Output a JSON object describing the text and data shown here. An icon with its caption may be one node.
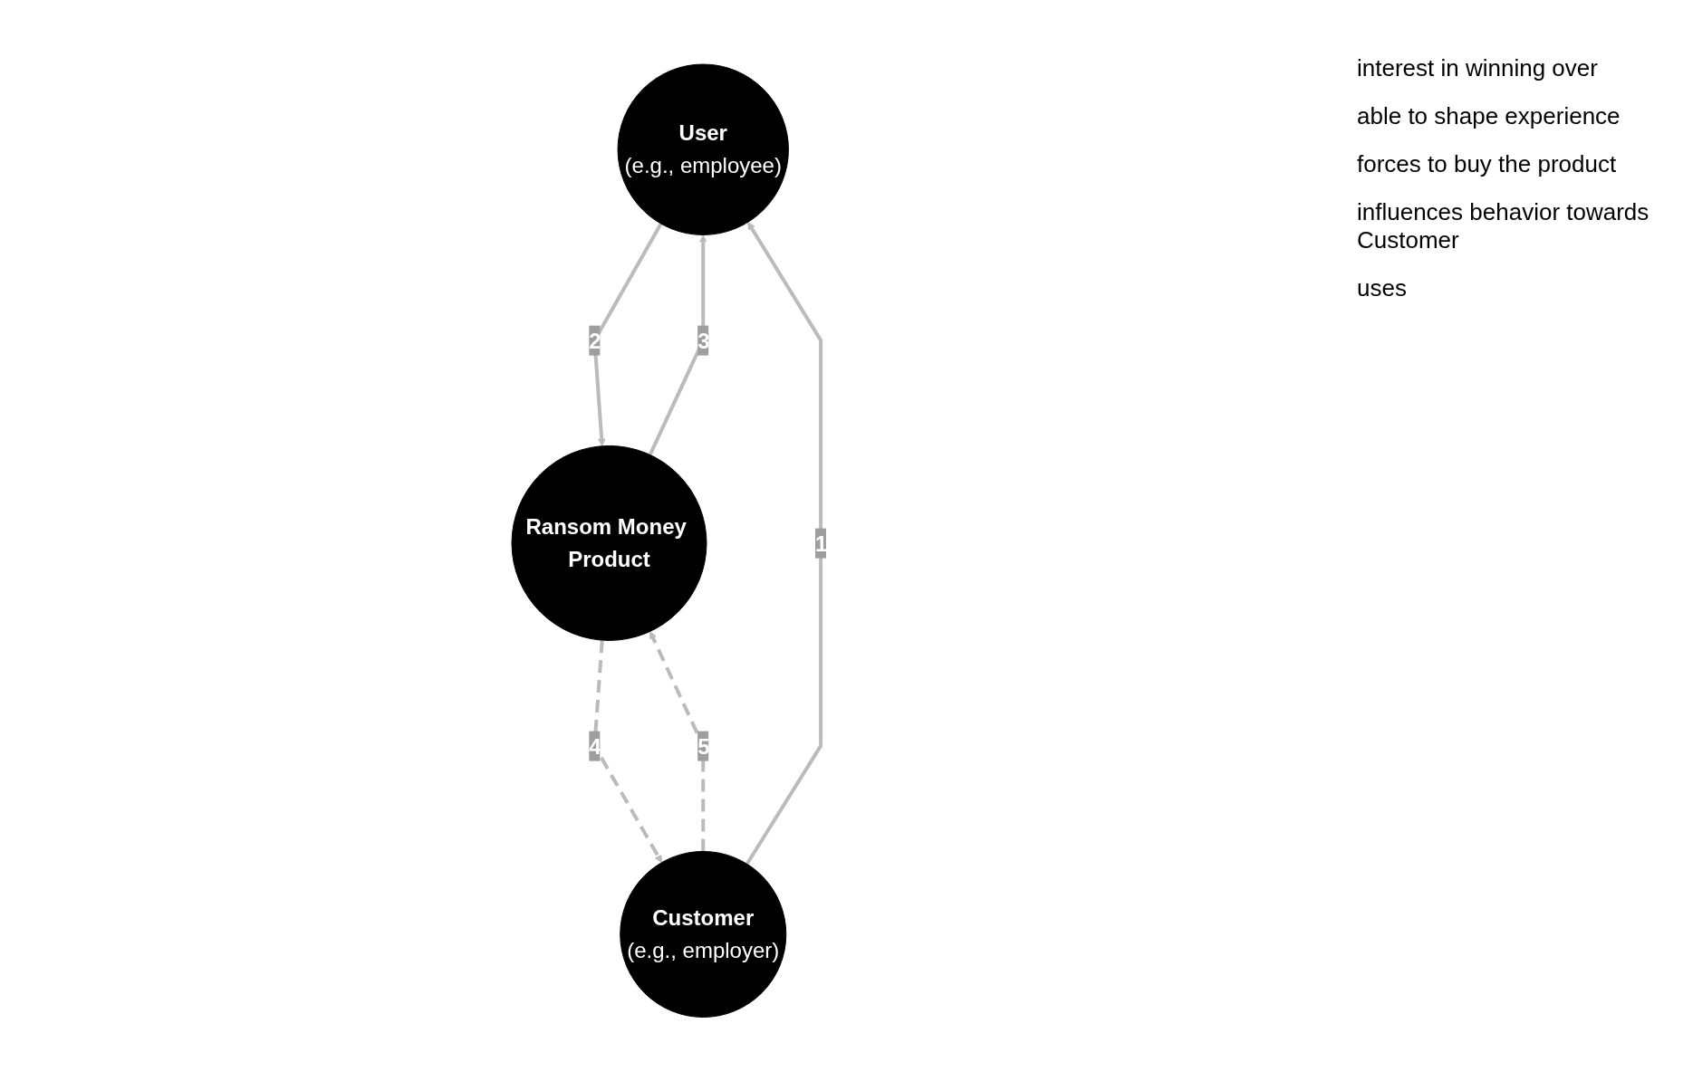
{
  "diagram": {
    "nodes": [
      {
        "text": [
          "User",
          "(e.g., employee)"
        ]
      },
      {
        "text": [
          "Customer",
          "(e.g., employer)"
        ]
      },
      {
        "text": [
          "Ransom Money Product"
        ]
      }
    ],
    "edges": [
      {
        "from": 1,
        "to": 0,
        "arrow": "to",
        "label": "1"
      },
      {
        "from": 0,
        "to": 2,
        "arrow": "to",
        "label": "2"
      },
      {
        "from": 2,
        "to": 0,
        "arrow": "to",
        "label": "3"
      },
      {
        "from": 2,
        "to": 1,
        "arrow": "to",
        "label": "4",
        "style": "dashed"
      },
      {
        "from": 1,
        "to": 2,
        "arrow": "to",
        "label": "5",
        "style": "dashed"
      }
    ],
    "labels": [
      "interest in winning over",
      "able to shape experience",
      "forces to buy the product",
      "influences behavior towards Customer",
      "uses"
    ]
  }
}
